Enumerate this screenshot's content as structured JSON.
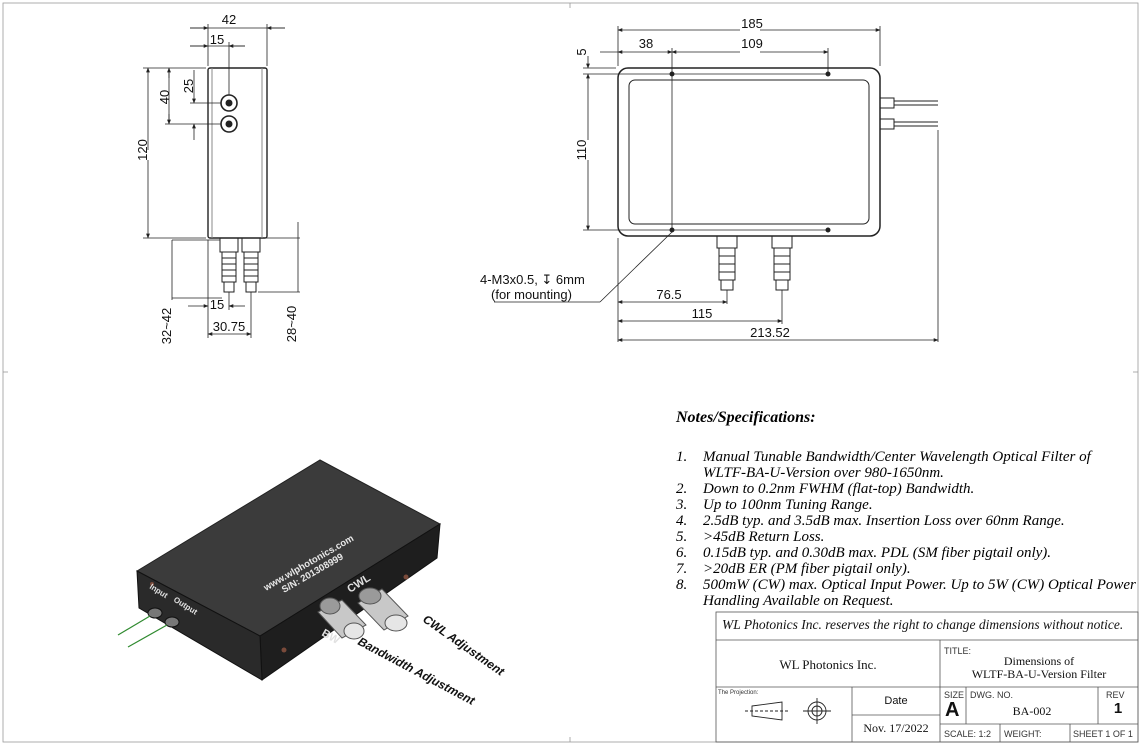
{
  "drawing": {
    "side_view": {
      "width_top": "42",
      "offset_15": "15",
      "hole_spacing": "25",
      "height_40": "40",
      "length": "120",
      "bottom_15": "15",
      "conn_30_75": "30.75",
      "range_32_42": "32~42",
      "range_28_40": "28~40"
    },
    "top_view": {
      "overall": "185",
      "left_38": "38",
      "spacing_109": "109",
      "top_5": "5",
      "height_110": "110",
      "dist_76_5": "76.5",
      "dist_115": "115",
      "total_213_52": "213.52"
    },
    "mount_note": {
      "line1": "4-M3x0.5, ↧ 6mm",
      "line2": "(for mounting)"
    }
  },
  "product": {
    "url_text": "www.wlphotonics.com",
    "serial": "S/N: 201308999",
    "input_label": "Input",
    "output_label": "Output",
    "cwl_label": "CWL",
    "bw_label": "BW",
    "cwl_adjust": "CWL Adjustment",
    "bw_adjust": "Bandwidth Adjustment",
    "colors": {
      "body": "#2a2a2a",
      "top": "#3b3b3b",
      "side": "#1c1c1c",
      "knob": "#c8c8c8"
    }
  },
  "notes": {
    "title": "Notes/Specifications:",
    "items": [
      {
        "num": "1.",
        "text": "Manual Tunable Bandwidth/Center Wavelength Optical Filter of WLTF-BA-U-Version over 980-1650nm."
      },
      {
        "num": "2.",
        "text": "Down to 0.2nm FWHM (flat-top) Bandwidth."
      },
      {
        "num": "3.",
        "text": "Up to 100nm Tuning Range."
      },
      {
        "num": "4.",
        "text": "2.5dB typ. and 3.5dB max. Insertion Loss over 60nm Range."
      },
      {
        "num": "5.",
        "text": ">45dB Return Loss."
      },
      {
        "num": "6.",
        "text": "0.15dB typ. and 0.30dB max. PDL (SM fiber pigtail only)."
      },
      {
        "num": "7.",
        "text": ">20dB ER (PM fiber pigtail only)."
      },
      {
        "num": "8.",
        "text": "500mW (CW) max. Optical Input Power. Up to 5W (CW) Optical Power Handling Available on Request."
      }
    ]
  },
  "title_block": {
    "disclaimer": "WL Photonics Inc. reserves the right to change dimensions without notice.",
    "company": "WL Photonics Inc.",
    "title_label": "TITLE:",
    "title_line1": "Dimensions of",
    "title_line2": "WLTF-BA-U-Version Filter",
    "projection_label": "The Projection:",
    "date_label": "Date",
    "date_value": "Nov. 17/2022",
    "size_label": "SIZE",
    "size_value": "A",
    "dwg_label": "DWG.  NO.",
    "dwg_value": "BA-002",
    "rev_label": "REV",
    "rev_value": "1",
    "scale": "SCALE: 1:2",
    "weight": "WEIGHT:",
    "sheet": "SHEET 1 OF 1"
  }
}
